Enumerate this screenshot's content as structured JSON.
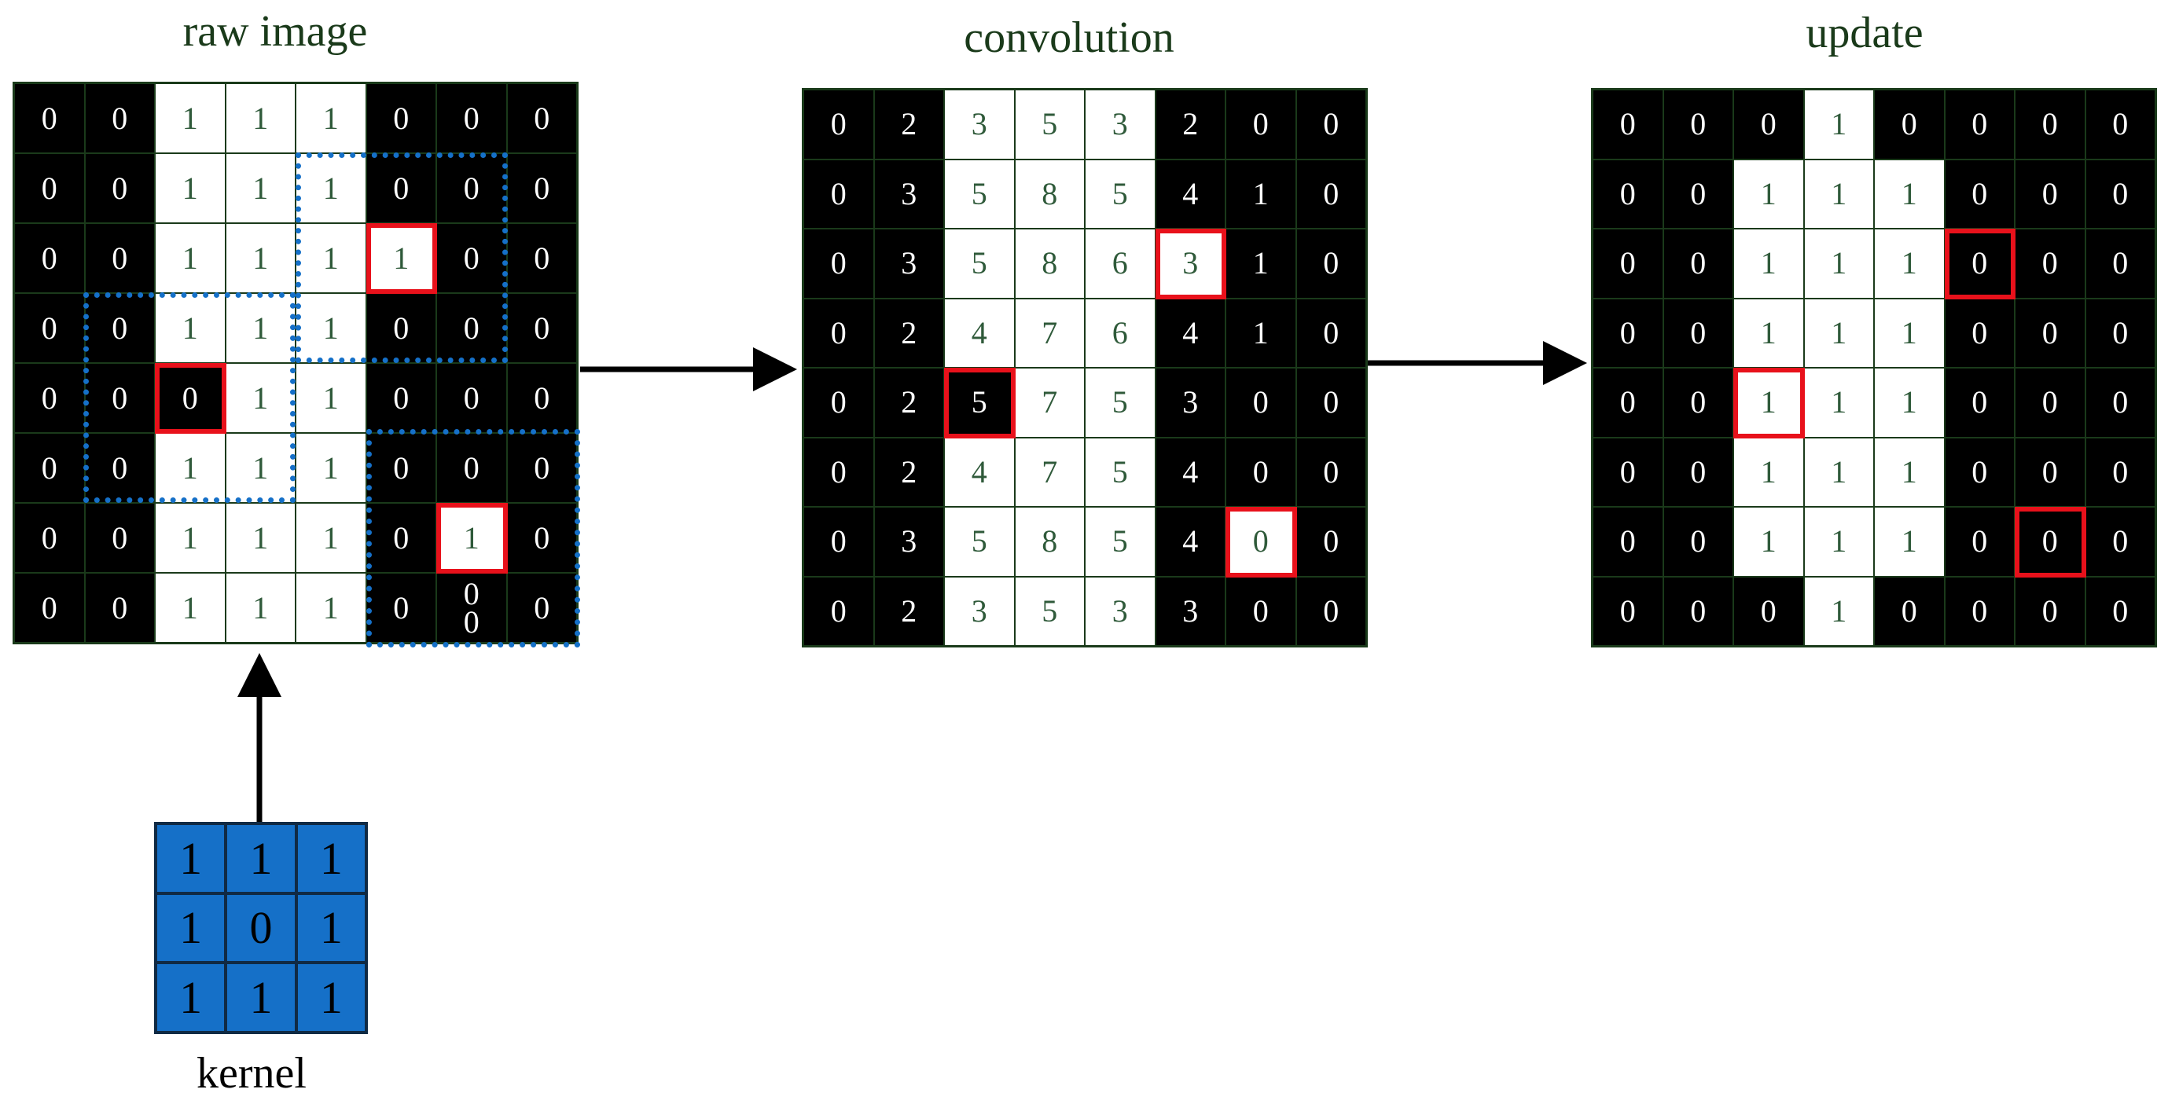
{
  "panels": {
    "raw": {
      "title": "raw image",
      "grid": [
        [
          "0",
          "0",
          "1",
          "1",
          "1",
          "0",
          "0",
          "0"
        ],
        [
          "0",
          "0",
          "1",
          "1",
          "1",
          "0",
          "0",
          "0"
        ],
        [
          "0",
          "0",
          "1",
          "1",
          "1",
          "1",
          "0",
          "0"
        ],
        [
          "0",
          "0",
          "1",
          "1",
          "1",
          "0",
          "0",
          "0"
        ],
        [
          "0",
          "0",
          "0",
          "1",
          "1",
          "0",
          "0",
          "0"
        ],
        [
          "0",
          "0",
          "1",
          "1",
          "1",
          "0",
          "0",
          "0"
        ],
        [
          "0",
          "0",
          "1",
          "1",
          "1",
          "0",
          "1",
          "0"
        ],
        [
          "0",
          "0",
          "1",
          "1",
          "1",
          "0",
          "0\n0",
          "0"
        ]
      ],
      "highlights": [
        [
          2,
          5
        ],
        [
          4,
          2
        ],
        [
          6,
          6
        ]
      ]
    },
    "conv": {
      "title": "convolution",
      "grid": [
        [
          "0",
          "2",
          "3",
          "5",
          "3",
          "2",
          "0",
          "0"
        ],
        [
          "0",
          "3",
          "5",
          "8",
          "5",
          "4",
          "1",
          "0"
        ],
        [
          "0",
          "3",
          "5",
          "8",
          "6",
          "3",
          "1",
          "0"
        ],
        [
          "0",
          "2",
          "4",
          "7",
          "6",
          "4",
          "1",
          "0"
        ],
        [
          "0",
          "2",
          "5",
          "7",
          "5",
          "3",
          "0",
          "0"
        ],
        [
          "0",
          "2",
          "4",
          "7",
          "5",
          "4",
          "0",
          "0"
        ],
        [
          "0",
          "3",
          "5",
          "8",
          "5",
          "4",
          "0",
          "0"
        ],
        [
          "0",
          "2",
          "3",
          "5",
          "3",
          "3",
          "0",
          "0"
        ]
      ],
      "highlights": [
        [
          2,
          5
        ],
        [
          4,
          2
        ],
        [
          6,
          6
        ]
      ]
    },
    "update": {
      "title": "update",
      "grid": [
        [
          "0",
          "0",
          "0",
          "1",
          "0",
          "0",
          "0",
          "0"
        ],
        [
          "0",
          "0",
          "1",
          "1",
          "1",
          "0",
          "0",
          "0"
        ],
        [
          "0",
          "0",
          "1",
          "1",
          "1",
          "0",
          "0",
          "0"
        ],
        [
          "0",
          "0",
          "1",
          "1",
          "1",
          "0",
          "0",
          "0"
        ],
        [
          "0",
          "0",
          "1",
          "1",
          "1",
          "0",
          "0",
          "0"
        ],
        [
          "0",
          "0",
          "1",
          "1",
          "1",
          "0",
          "0",
          "0"
        ],
        [
          "0",
          "0",
          "1",
          "1",
          "1",
          "0",
          "0",
          "0"
        ],
        [
          "0",
          "0",
          "0",
          "1",
          "0",
          "0",
          "0",
          "0"
        ]
      ],
      "highlights": [
        [
          2,
          5
        ],
        [
          4,
          2
        ],
        [
          6,
          6
        ]
      ]
    }
  },
  "kernel": {
    "label": "kernel",
    "values": [
      [
        "1",
        "1",
        "1"
      ],
      [
        "1",
        "0",
        "1"
      ],
      [
        "1",
        "1",
        "1"
      ]
    ]
  },
  "colors": {
    "dark_cell": "#000000",
    "light_cell": "#ffffff",
    "highlight": "#e8111b",
    "window": "#1570c8",
    "kernel_fill": "#1570c8"
  }
}
